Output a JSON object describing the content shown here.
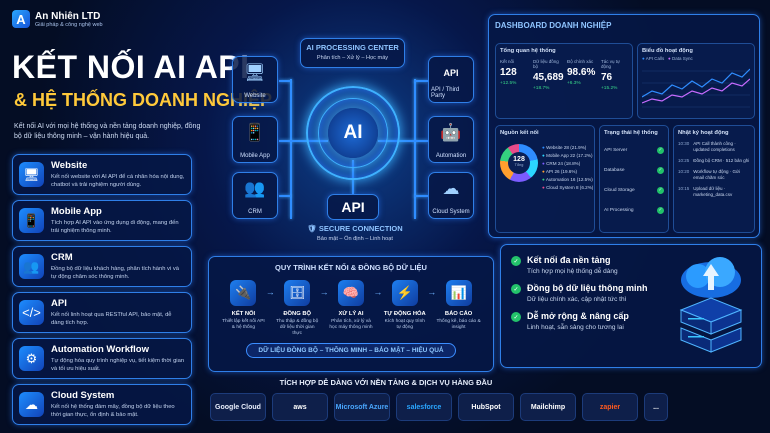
{
  "brand": {
    "name": "An Nhiên LTD",
    "tagline": "Giải pháp & công nghệ web",
    "mark": "A"
  },
  "hero": {
    "title1": "KẾT NỐI AI API",
    "title2": "& HỆ THỐNG DOANH NGHIỆP",
    "intro": "Kết nối AI với mọi hệ thống và nền tảng doanh nghiệp, đồng bộ dữ liệu thông minh – vận hành hiệu quả."
  },
  "features": [
    {
      "title": "Website",
      "desc": "Kết nối website với AI API để cá nhân hóa nội dung, chatbot và trải nghiệm người dùng.",
      "icon": "monitor-icon",
      "glyph": "🖥"
    },
    {
      "title": "Mobile App",
      "desc": "Tích hợp AI API vào ứng dụng di động, mang đến trải nghiệm thông minh.",
      "icon": "phone-icon",
      "glyph": "📱"
    },
    {
      "title": "CRM",
      "desc": "Đồng bộ dữ liệu khách hàng, phân tích hành vi và tự động chăm sóc thông minh.",
      "icon": "users-icon",
      "glyph": "👥"
    },
    {
      "title": "API",
      "desc": "Kết nối linh hoạt qua RESTful API, bảo mật, dễ dàng tích hợp.",
      "icon": "code-icon",
      "glyph": "</>"
    },
    {
      "title": "Automation Workflow",
      "desc": "Tự động hóa quy trình nghiệp vụ, tiết kiệm thời gian và tối ưu hiệu suất.",
      "icon": "share-icon",
      "glyph": "⚙"
    },
    {
      "title": "Cloud System",
      "desc": "Kết nối hệ thống đám mây, đồng bộ dữ liệu theo thời gian thực, ổn định & bảo mật.",
      "icon": "cloud-icon",
      "glyph": "☁"
    }
  ],
  "center": {
    "title": "AI PROCESSING CENTER",
    "sub": "Phân tích – Xử lý – Học máy",
    "ai": "AI",
    "api": "API",
    "secure": "SECURE CONNECTION",
    "secure_sub": "Bảo mật – Ổn định – Linh hoạt"
  },
  "nodes": {
    "website": "Website",
    "mobile": "Mobile App",
    "crm": "CRM",
    "api": "API / Third Party",
    "automation": "Automation",
    "cloud": "Cloud System",
    "api_text": "API"
  },
  "process": {
    "title": "QUY TRÌNH KẾT NỐI & ĐỒNG BỘ DỮ LIỆU",
    "steps": [
      {
        "name": "KẾT NỐI",
        "desc": "Thiết lập kết nối API & hệ thống",
        "glyph": "🔌"
      },
      {
        "name": "ĐỒNG BỘ",
        "desc": "Thu thập & đồng bộ dữ liệu thời gian thực",
        "glyph": "🗄"
      },
      {
        "name": "XỬ LÝ AI",
        "desc": "Phân tích, xử lý và học máy thông minh",
        "glyph": "🧠"
      },
      {
        "name": "TỰ ĐỘNG HÓA",
        "desc": "Kích hoạt quy trình tự động",
        "glyph": "⚡"
      },
      {
        "name": "BÁO CÁO",
        "desc": "Thống kê, báo cáo & insight",
        "glyph": "📊"
      }
    ],
    "band": "DỮ LIỆU ĐỒNG BỘ – THÔNG MINH – BẢO MẬT – HIỆU QUẢ"
  },
  "dashboard": {
    "title": "DASHBOARD DOANH NGHIỆP",
    "overview": {
      "title": "Tổng quan hệ thống",
      "kpis": [
        {
          "label": "Kết nối",
          "value": "128",
          "change": "+12.5%"
        },
        {
          "label": "Dữ liệu đồng bộ",
          "value": "45,689",
          "change": "+18.7%"
        },
        {
          "label": "Độ chính xác",
          "value": "98.6%",
          "change": "+6.3%"
        },
        {
          "label": "Tác vụ tự động",
          "value": "76",
          "change": "+15.2%"
        }
      ]
    },
    "activity": {
      "title": "Biểu đồ hoạt động",
      "legend1": "API Calls",
      "legend2": "Data Sync"
    },
    "sources": {
      "title": "Nguồn kết nối",
      "total": "128",
      "total_label": "Tổng",
      "items": [
        {
          "name": "Website",
          "val": "28 (21.9%)",
          "color": "#2f8dff"
        },
        {
          "name": "Mobile App",
          "val": "22 (17.2%)",
          "color": "#2bd6ff"
        },
        {
          "name": "CRM",
          "val": "24 (18.8%)",
          "color": "#7b5cff"
        },
        {
          "name": "API",
          "val": "26 (19.6%)",
          "color": "#ff9f2e"
        },
        {
          "name": "Automation",
          "val": "16 (12.5%)",
          "color": "#34d17f"
        },
        {
          "name": "Cloud System",
          "val": "8 (6.2%)",
          "color": "#e84b8a"
        }
      ]
    },
    "status": {
      "title": "Trạng thái hệ thống",
      "items": [
        "API Server",
        "Database",
        "Cloud Storage",
        "AI Processing"
      ]
    },
    "log": {
      "title": "Nhật ký hoạt động",
      "items": [
        {
          "time": "10:30",
          "text": "API Call thành công · updated completions"
        },
        {
          "time": "10:25",
          "text": "Đồng bộ CRM · 512 bản ghi"
        },
        {
          "time": "10:20",
          "text": "Workflow tự động · Gửi email chăm sóc"
        },
        {
          "time": "10:15",
          "text": "Upload dữ liệu · marketing_data.csv"
        }
      ]
    }
  },
  "benefits": [
    {
      "title": "Kết nối đa nền tảng",
      "desc": "Tích hợp mọi hệ thống dễ dàng"
    },
    {
      "title": "Đồng bộ dữ liệu thông minh",
      "desc": "Dữ liệu chính xác, cập nhật tức thì"
    },
    {
      "title": "Dễ mở rộng & nâng cấp",
      "desc": "Linh hoạt, sẵn sàng cho tương lai"
    }
  ],
  "integrations": {
    "title": "TÍCH HỢP DỄ DÀNG VỚI NỀN TẢNG & DỊCH VỤ HÀNG ĐẦU",
    "items": [
      {
        "name": "Google Cloud",
        "color": "#e8eefc"
      },
      {
        "name": "aws",
        "color": "#ffffff"
      },
      {
        "name": "Microsoft Azure",
        "color": "#4aa8ff"
      },
      {
        "name": "salesforce",
        "color": "#2aa6ff"
      },
      {
        "name": "HubSpot",
        "color": "#ffffff"
      },
      {
        "name": "Mailchimp",
        "color": "#ffffff"
      },
      {
        "name": "zapier",
        "color": "#ff5a1f"
      }
    ],
    "more": "..."
  },
  "colors": {
    "accent": "#2f8dff",
    "gold": "#ffc93a",
    "green": "#23c36b"
  }
}
